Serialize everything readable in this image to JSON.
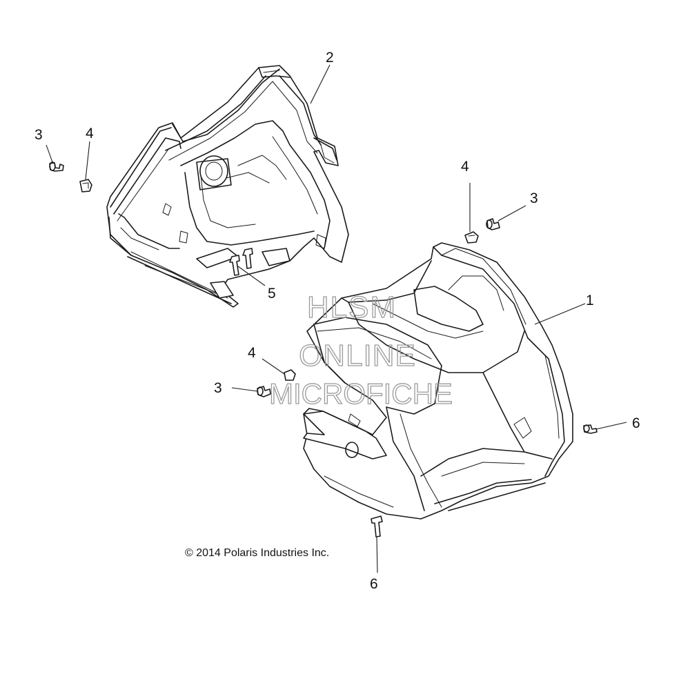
{
  "callouts": {
    "c1": "1",
    "c2": "2",
    "c3a": "3",
    "c3b": "3",
    "c3c": "3",
    "c4a": "4",
    "c4b": "4",
    "c4c": "4",
    "c5": "5",
    "c6a": "6",
    "c6b": "6"
  },
  "copyright": "© 2014 Polaris Industries Inc.",
  "watermark": {
    "line1": "HLSM",
    "line2": "ONLINE",
    "line3": "MICROFICHE"
  }
}
